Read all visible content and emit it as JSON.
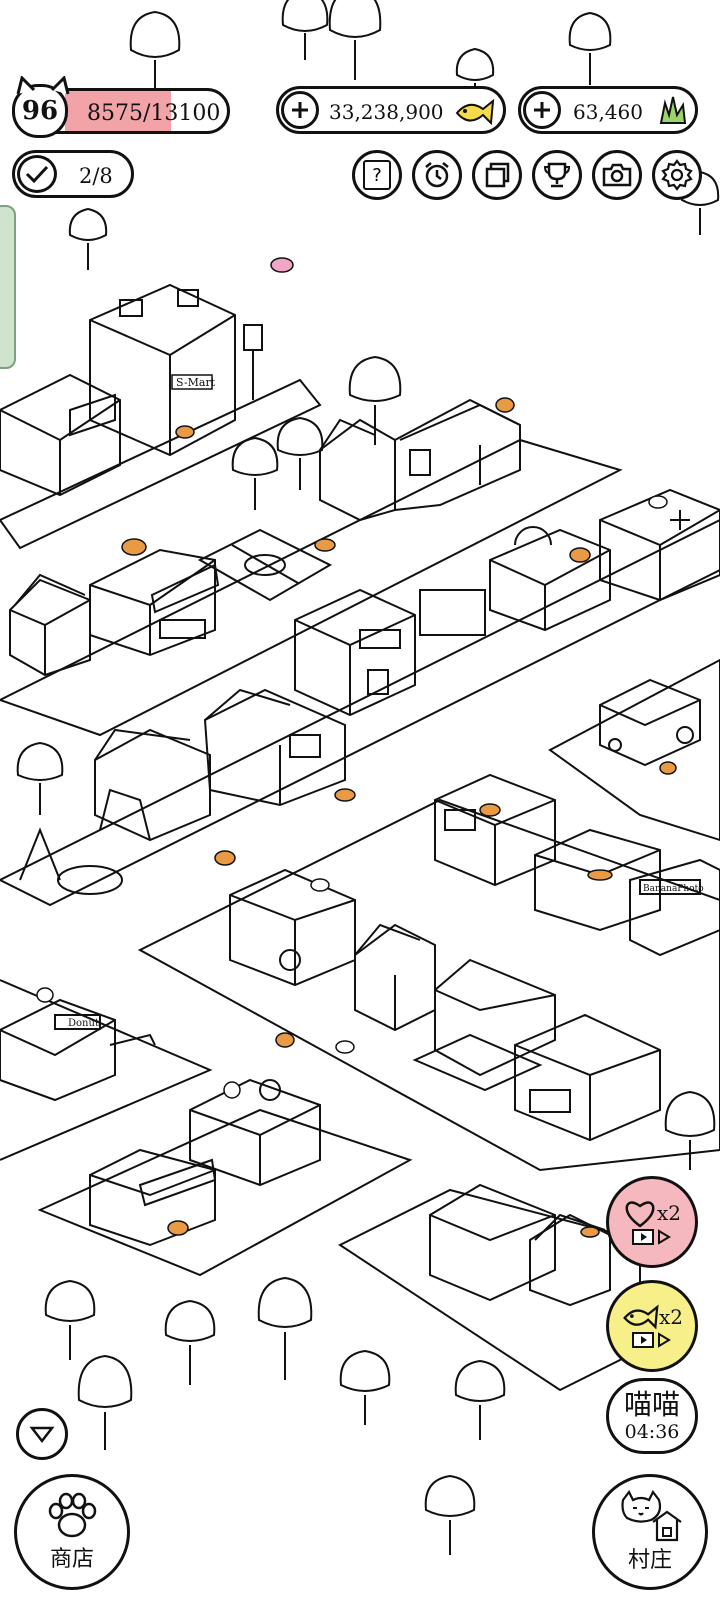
{
  "hud": {
    "level": "96",
    "xp_text": "8575/13100",
    "xp_progress": 0.6546,
    "fish_count": "33,238,900",
    "grass_count": "63,460",
    "quest_progress": "2/8"
  },
  "toolbar": {
    "buttons": [
      "help-icon",
      "alarm-clock-icon",
      "collection-icon",
      "trophy-icon",
      "camera-icon",
      "gear-icon"
    ],
    "help_glyph": "?"
  },
  "boosts": {
    "heart_multiplier": "x2",
    "fish_multiplier": "x2"
  },
  "meow": {
    "label": "喵喵",
    "timer": "04:36"
  },
  "nav": {
    "shop_label": "商店",
    "village_label": "村庄"
  },
  "signs": {
    "mart": "S-Mart",
    "donut": "Donut",
    "banana": "BananaPhoto"
  },
  "colors": {
    "xp_fill": "#f2a3a7",
    "heart_bubble": "#f5b8be",
    "fish_bubble": "#f7f08a",
    "grass_icon": "#9ad56a",
    "fish_icon": "#f6dc4a",
    "cat_orange": "#e89a45",
    "cat_pink": "#f2a6c6",
    "sidebar_green": "#cfe3cf"
  }
}
